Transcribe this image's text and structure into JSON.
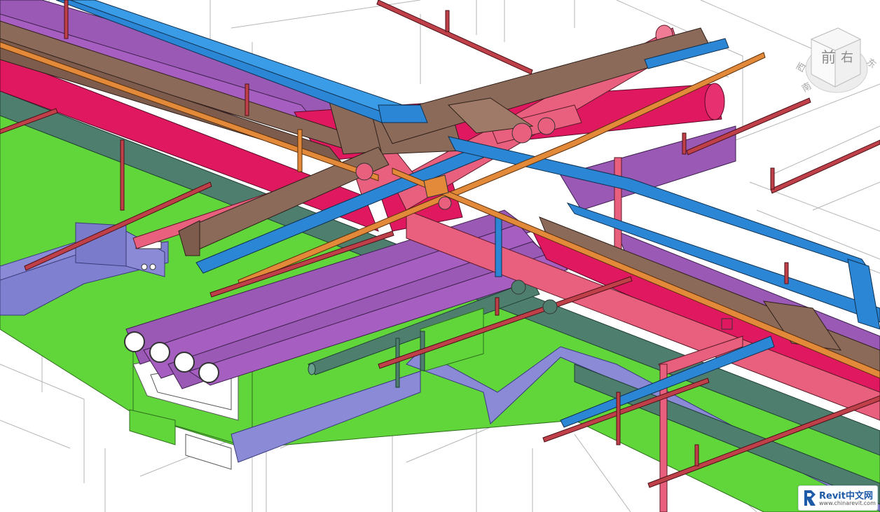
{
  "viewcube": {
    "front_label": "前",
    "right_label": "右",
    "compass_w": "西",
    "compass_s": "南",
    "compass_e": "东"
  },
  "watermark": {
    "title": "Revit中文网",
    "url": "www.chinarevit.com"
  },
  "colors": {
    "background": "#ffffff",
    "purple_pipe": "#9b59b6",
    "magenta_pipe": "#e0185f",
    "pink_pipe": "#e9607e",
    "brown_duct": "#8c6a5a",
    "blue_pipe": "#2b87d6",
    "orange_pipe": "#e2893a",
    "red_pipe": "#c0404a",
    "dark_green_pipe": "#4e7f6e",
    "green_tray": "#61d63a",
    "lavender_duct": "#8a8ad6"
  }
}
